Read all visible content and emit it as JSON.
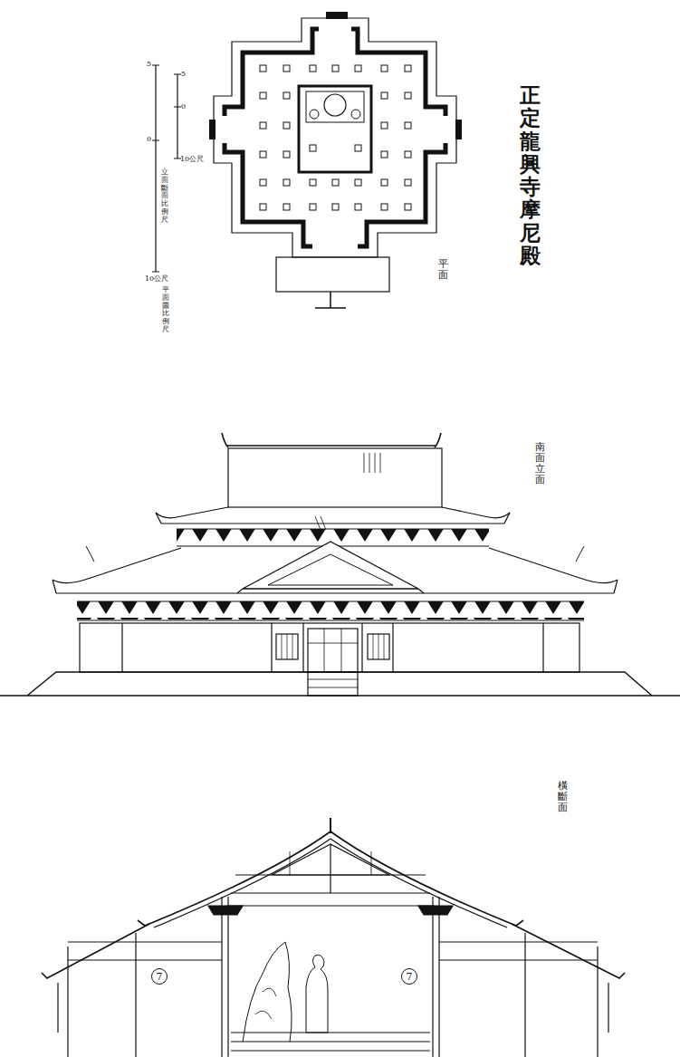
{
  "diagram": {
    "title": "正定龍興寺摩尼殿",
    "labels": [
      "平面",
      "5",
      "0",
      "10公尺",
      "平面圖比例尺",
      "5",
      "0",
      "10公尺",
      "立面斷面比例尺",
      "南面立面",
      "橫斷面",
      "7",
      "7"
    ]
  }
}
